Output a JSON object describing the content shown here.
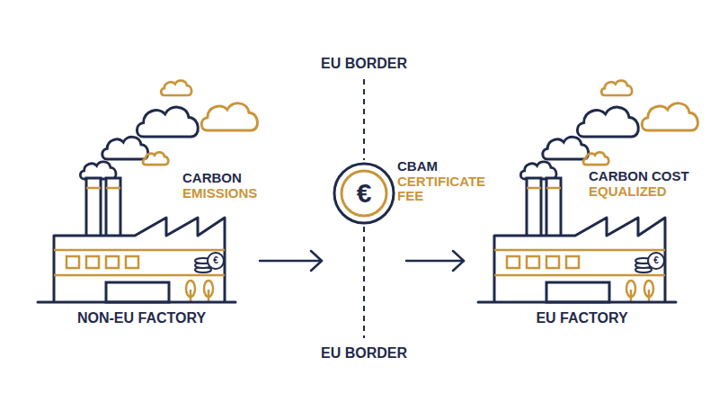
{
  "diagram": {
    "nodes": [
      {
        "text": [
          "CARBON EMISSIONS",
          "NON-EU FACTORY"
        ]
      },
      {
        "text": [
          "€",
          "CBAM CERTIFICATE FEE"
        ]
      },
      {
        "text": [
          "CARBON COST EQUALIZED",
          "EU FACTORY"
        ]
      }
    ],
    "edges": [
      {
        "from": 0,
        "to": 1,
        "arrow": "to"
      },
      {
        "from": 1,
        "to": 2,
        "arrow": "to"
      }
    ],
    "labels": [
      "EU BORDER",
      "EU BORDER",
      "€",
      "€"
    ]
  }
}
